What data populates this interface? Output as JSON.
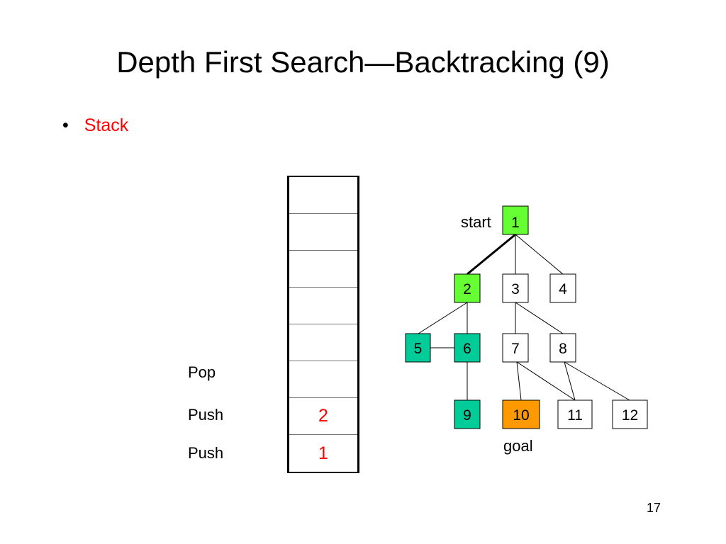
{
  "slide": {
    "title": "Depth First Search—Backtracking (9)",
    "bullet": "Stack",
    "page_number": "17"
  },
  "stack": {
    "cells": [
      "",
      "",
      "",
      "",
      "",
      "",
      "2",
      "1"
    ],
    "operations": [
      "Pop",
      "Push",
      "Push"
    ]
  },
  "tree": {
    "start_label": "start",
    "goal_label": "goal",
    "colors": {
      "visited": "#66ff33",
      "explored": "#00cc99",
      "goal": "#ff9900",
      "unvisited": "#ffffff",
      "highlight_edge": "#000000"
    },
    "nodes": [
      {
        "id": "1",
        "state": "visited"
      },
      {
        "id": "2",
        "state": "visited"
      },
      {
        "id": "3",
        "state": "unvisited"
      },
      {
        "id": "4",
        "state": "unvisited"
      },
      {
        "id": "5",
        "state": "explored"
      },
      {
        "id": "6",
        "state": "explored"
      },
      {
        "id": "7",
        "state": "unvisited"
      },
      {
        "id": "8",
        "state": "unvisited"
      },
      {
        "id": "9",
        "state": "explored"
      },
      {
        "id": "10",
        "state": "goal"
      },
      {
        "id": "11",
        "state": "unvisited"
      },
      {
        "id": "12",
        "state": "unvisited"
      }
    ],
    "edges": [
      {
        "from": "1",
        "to": "2",
        "highlight": true
      },
      {
        "from": "1",
        "to": "3",
        "highlight": false
      },
      {
        "from": "1",
        "to": "4",
        "highlight": false
      },
      {
        "from": "2",
        "to": "5",
        "highlight": false
      },
      {
        "from": "2",
        "to": "6",
        "highlight": false
      },
      {
        "from": "5",
        "to": "6",
        "highlight": false
      },
      {
        "from": "3",
        "to": "7",
        "highlight": false
      },
      {
        "from": "3",
        "to": "8",
        "highlight": false
      },
      {
        "from": "6",
        "to": "9",
        "highlight": false
      },
      {
        "from": "7",
        "to": "10",
        "highlight": false
      },
      {
        "from": "7",
        "to": "11",
        "highlight": false
      },
      {
        "from": "8",
        "to": "11",
        "highlight": false
      },
      {
        "from": "8",
        "to": "12",
        "highlight": false
      }
    ]
  }
}
